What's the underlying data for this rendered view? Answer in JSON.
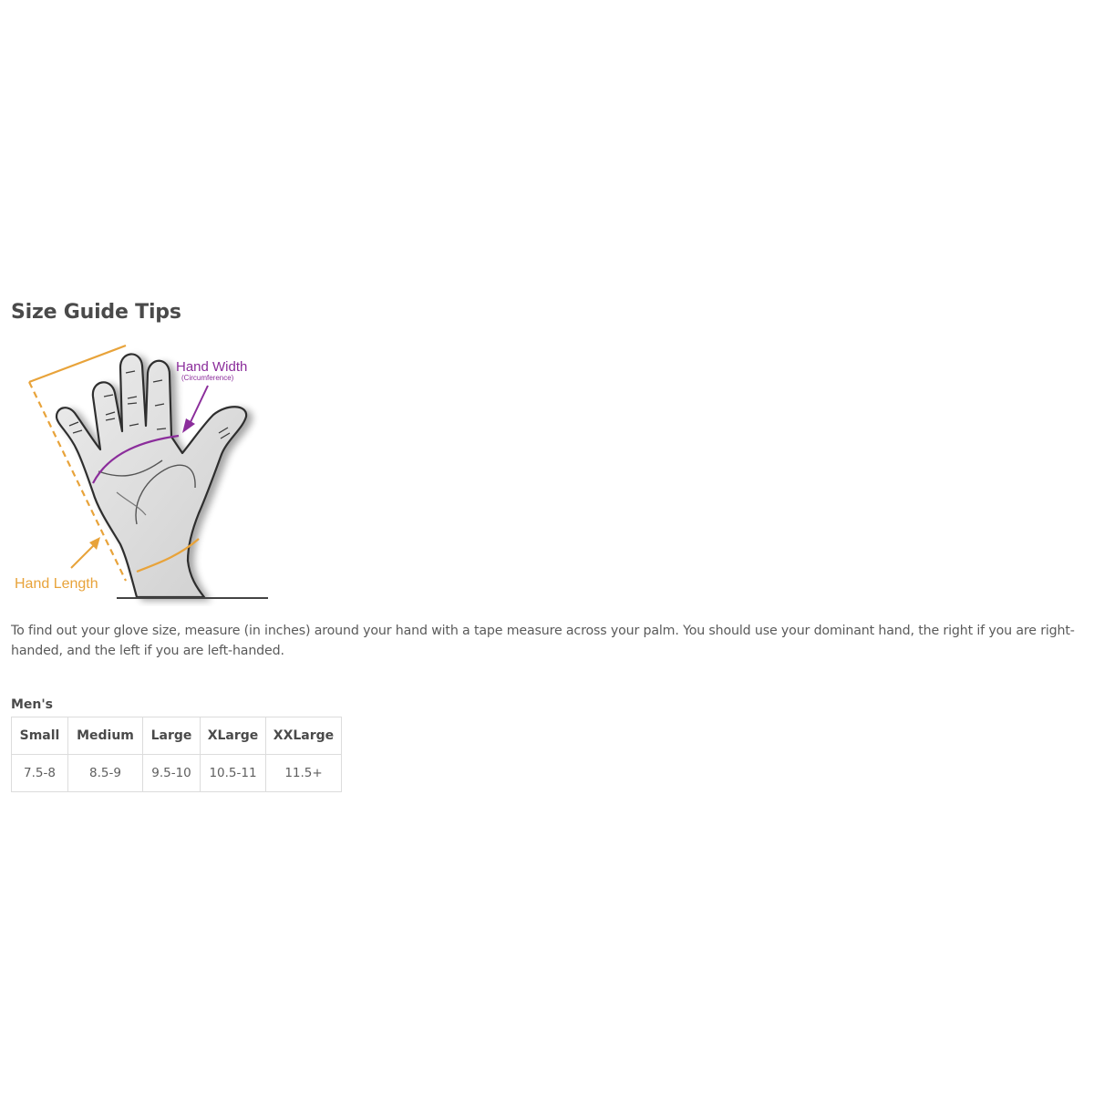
{
  "page": {
    "title": "Size Guide Tips"
  },
  "illustration": {
    "hand_width_label": "Hand Width",
    "hand_width_sublabel": "(Circumference)",
    "hand_length_label": "Hand Length",
    "colors": {
      "width_accent": "#8b2d9b",
      "length_accent": "#e8a33a",
      "hand_fill": "#d9d9d9",
      "hand_outline": "#2f2f2f"
    }
  },
  "description": "To find out your glove size, measure (in inches) around your hand with a tape measure across your palm. You should use your dominant hand, the right if you are right-handed, and the left if you are left-handed.",
  "size_table": {
    "label": "Men's",
    "headers": [
      "Small",
      "Medium",
      "Large",
      "XLarge",
      "XXLarge"
    ],
    "values": [
      "7.5-8",
      "8.5-9",
      "9.5-10",
      "10.5-11",
      "11.5+"
    ]
  }
}
